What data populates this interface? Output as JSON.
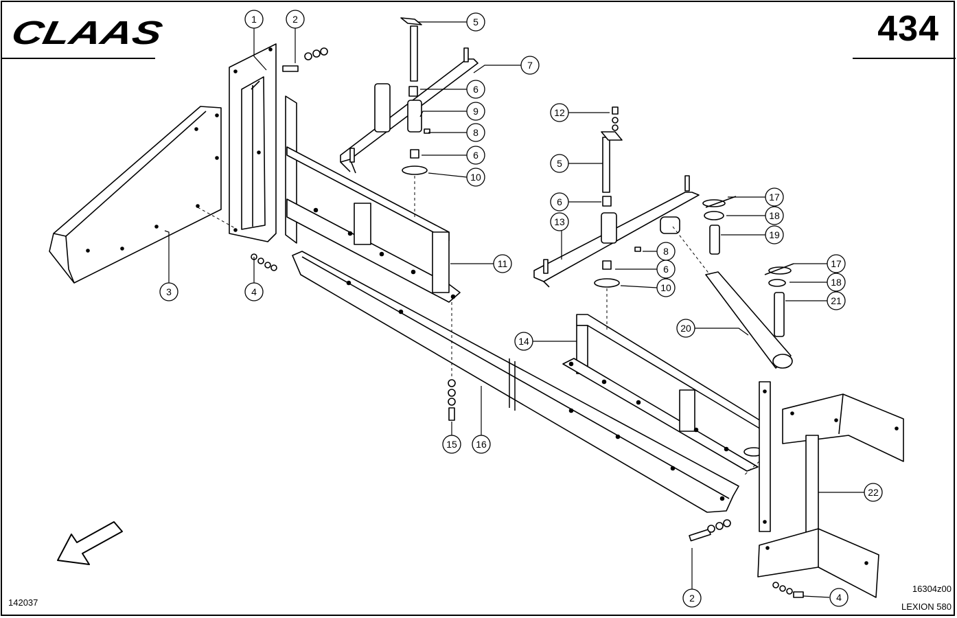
{
  "header": {
    "brand_name": "CLAAS",
    "page_number": "434"
  },
  "footer": {
    "left_code": "142037",
    "drawing_code": "16304z00",
    "model": "LEXION 580"
  },
  "callouts": [
    {
      "id": "c1",
      "label": "1"
    },
    {
      "id": "c2a",
      "label": "2"
    },
    {
      "id": "c2b",
      "label": "2"
    },
    {
      "id": "c3",
      "label": "3"
    },
    {
      "id": "c4a",
      "label": "4"
    },
    {
      "id": "c4b",
      "label": "4"
    },
    {
      "id": "c5a",
      "label": "5"
    },
    {
      "id": "c5b",
      "label": "5"
    },
    {
      "id": "c6a",
      "label": "6"
    },
    {
      "id": "c6b",
      "label": "6"
    },
    {
      "id": "c6c",
      "label": "6"
    },
    {
      "id": "c6d",
      "label": "6"
    },
    {
      "id": "c7",
      "label": "7"
    },
    {
      "id": "c8a",
      "label": "8"
    },
    {
      "id": "c8b",
      "label": "8"
    },
    {
      "id": "c9",
      "label": "9"
    },
    {
      "id": "c10a",
      "label": "10"
    },
    {
      "id": "c10b",
      "label": "10"
    },
    {
      "id": "c11",
      "label": "11"
    },
    {
      "id": "c12",
      "label": "12"
    },
    {
      "id": "c13",
      "label": "13"
    },
    {
      "id": "c14",
      "label": "14"
    },
    {
      "id": "c15",
      "label": "15"
    },
    {
      "id": "c16",
      "label": "16"
    },
    {
      "id": "c17a",
      "label": "17"
    },
    {
      "id": "c17b",
      "label": "17"
    },
    {
      "id": "c18a",
      "label": "18"
    },
    {
      "id": "c18b",
      "label": "18"
    },
    {
      "id": "c19",
      "label": "19"
    },
    {
      "id": "c20",
      "label": "20"
    },
    {
      "id": "c21",
      "label": "21"
    },
    {
      "id": "c22",
      "label": "22"
    }
  ]
}
